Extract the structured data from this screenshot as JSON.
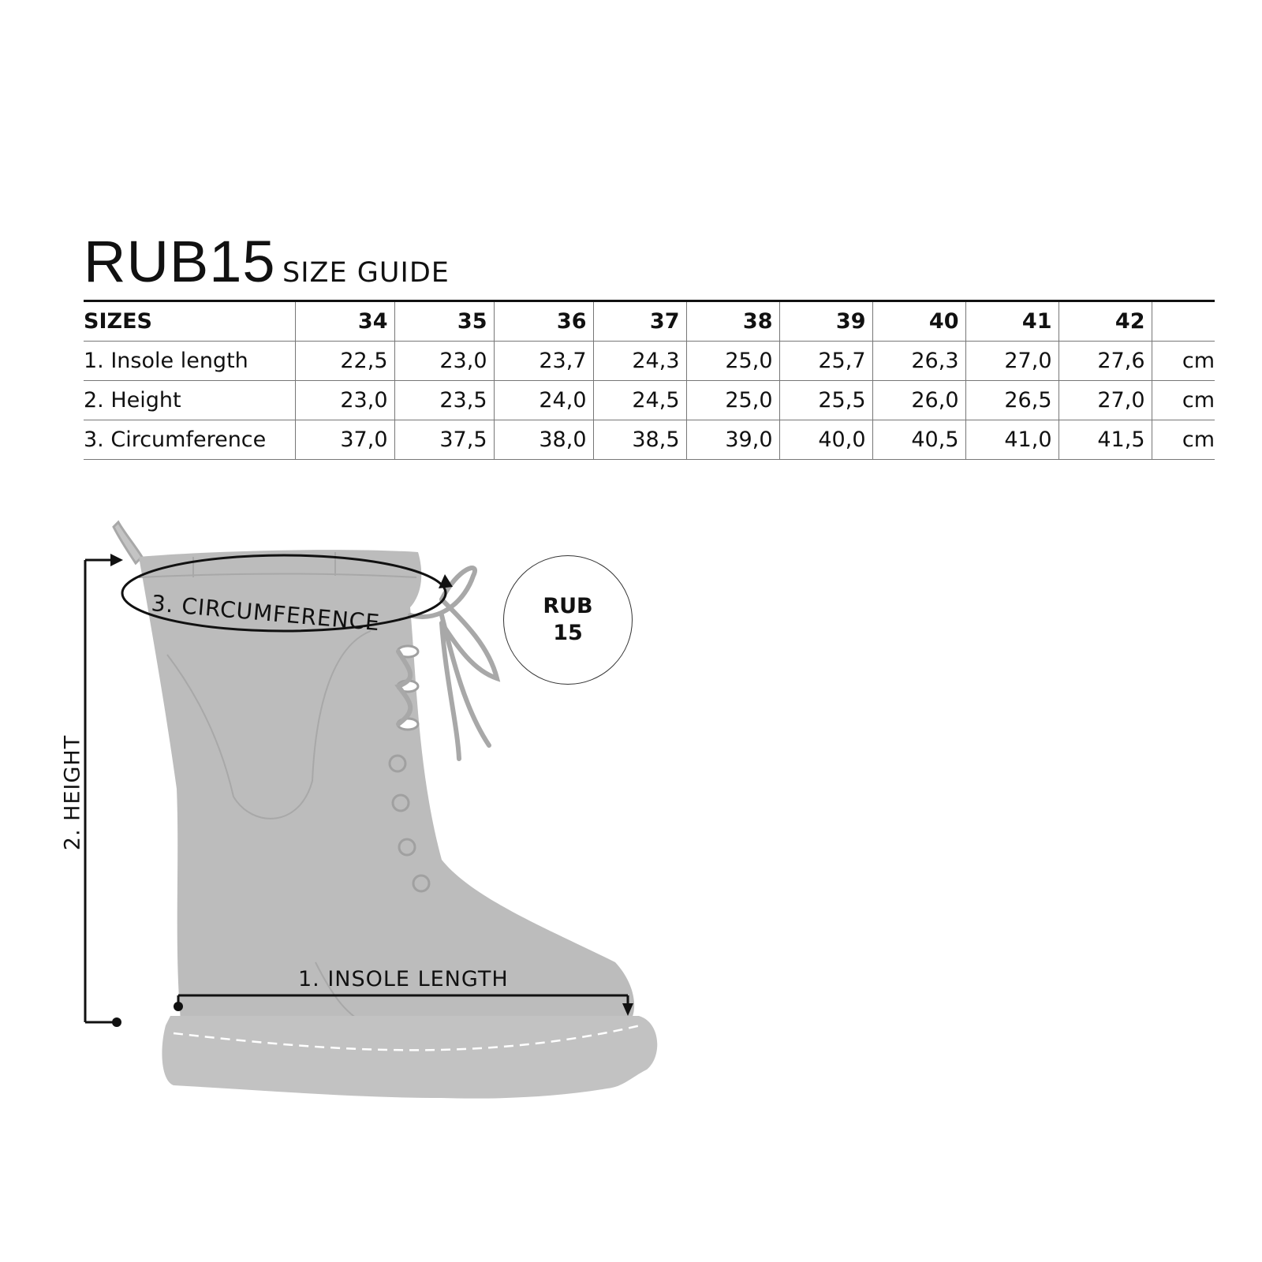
{
  "title": {
    "model": "RUB15",
    "subtitle": "SIZE GUIDE"
  },
  "table": {
    "header_label": "SIZES",
    "sizes": [
      "34",
      "35",
      "36",
      "37",
      "38",
      "39",
      "40",
      "41",
      "42"
    ],
    "rows": [
      {
        "label": "1. Insole length",
        "values": [
          "22,5",
          "23,0",
          "23,7",
          "24,3",
          "25,0",
          "25,7",
          "26,3",
          "27,0",
          "27,6"
        ],
        "unit": "cm"
      },
      {
        "label": "2. Height",
        "values": [
          "23,0",
          "23,5",
          "24,0",
          "24,5",
          "25,0",
          "25,5",
          "26,0",
          "26,5",
          "27,0"
        ],
        "unit": "cm"
      },
      {
        "label": "3. Circumference",
        "values": [
          "37,0",
          "37,5",
          "38,0",
          "38,5",
          "39,0",
          "40,0",
          "40,5",
          "41,0",
          "41,5"
        ],
        "unit": "cm"
      }
    ]
  },
  "diagram": {
    "height_label": "2. HEIGHT",
    "insole_label": "1. INSOLE LENGTH",
    "circumference_label": "3. CIRCUMFERENCE",
    "badge_line1": "RUB",
    "badge_line2": "15",
    "colors": {
      "boot": "#bcbcbc",
      "line": "#111111",
      "detail": "#a8a8a8"
    }
  }
}
